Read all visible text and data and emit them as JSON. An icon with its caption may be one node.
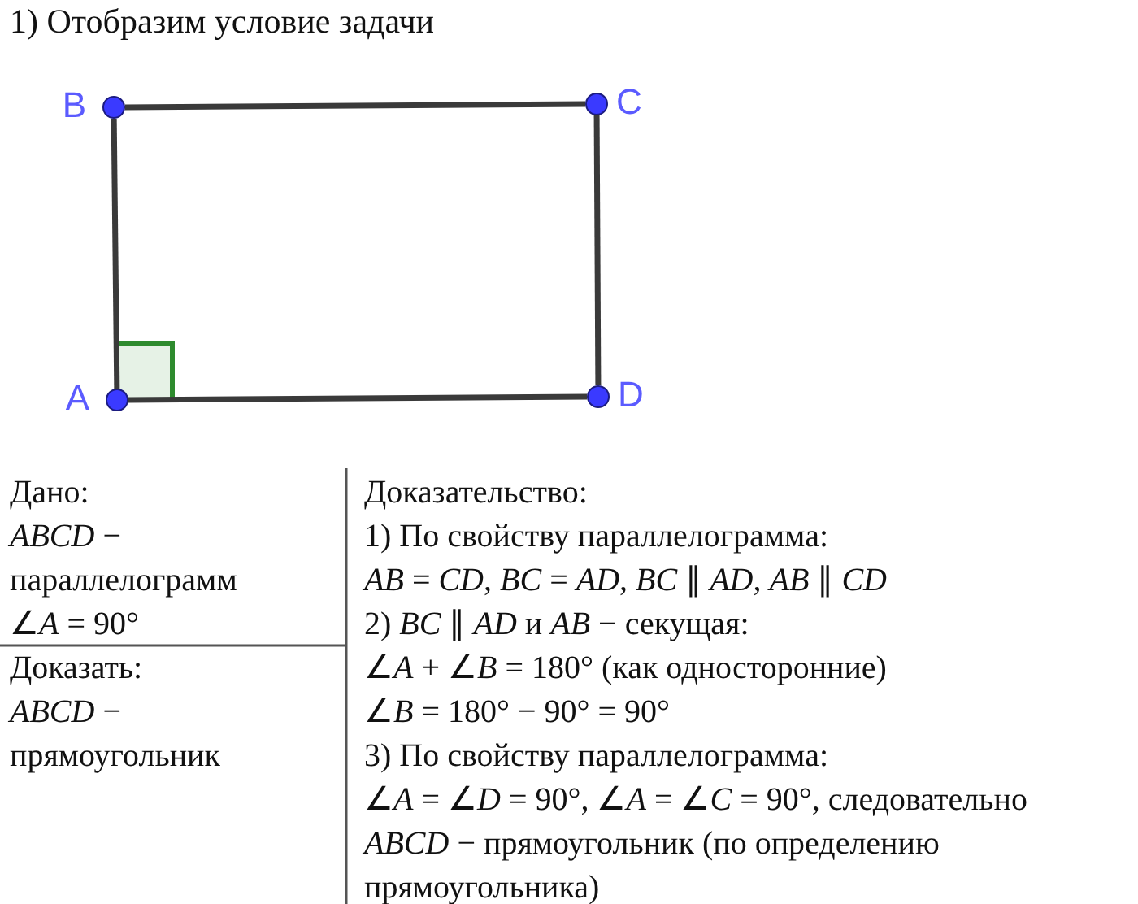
{
  "diagram": {
    "title": "1) Отобразим условие задачи",
    "nodes": [
      {
        "text": [],
        "shape": "circle",
        "beside": [
          "B"
        ]
      },
      {
        "text": [],
        "shape": "circle",
        "beside": [
          "C"
        ]
      },
      {
        "text": [],
        "shape": "circle",
        "beside": [
          "A"
        ]
      },
      {
        "text": [],
        "shape": "circle",
        "beside": [
          "D"
        ]
      }
    ],
    "edges": [
      {
        "from": 0,
        "to": 1,
        "arrow": "none"
      },
      {
        "from": 1,
        "to": 3,
        "arrow": "none"
      },
      {
        "from": 3,
        "to": 2,
        "arrow": "none"
      },
      {
        "from": 2,
        "to": 0,
        "arrow": "none"
      }
    ],
    "labels": [
      "Дано:",
      "*ABCD* − параллелограмм",
      "∠*A* = 90°",
      "Доказать:",
      "*ABCD* − прямоугольник",
      "Доказательство:",
      "1) По свойству параллелограмма:",
      "*AB* = *CD*, *BC* = *AD*, *BC* ∥ *AD*, *AB* ∥ *CD*",
      "2) *BC* ∥ *AD* и *AB* − секущая:",
      "∠*A* + ∠*B* = 180° (как односторонние)",
      "∠*B* = 180° − 90° = 90°",
      "3) По свойству параллелограмма:",
      "∠*A* = ∠*D* = 90°, ∠*A* = ∠*C* = 90°, следовательно",
      "*ABCD* − прямоугольник (по определению прямоугольника)"
    ]
  }
}
